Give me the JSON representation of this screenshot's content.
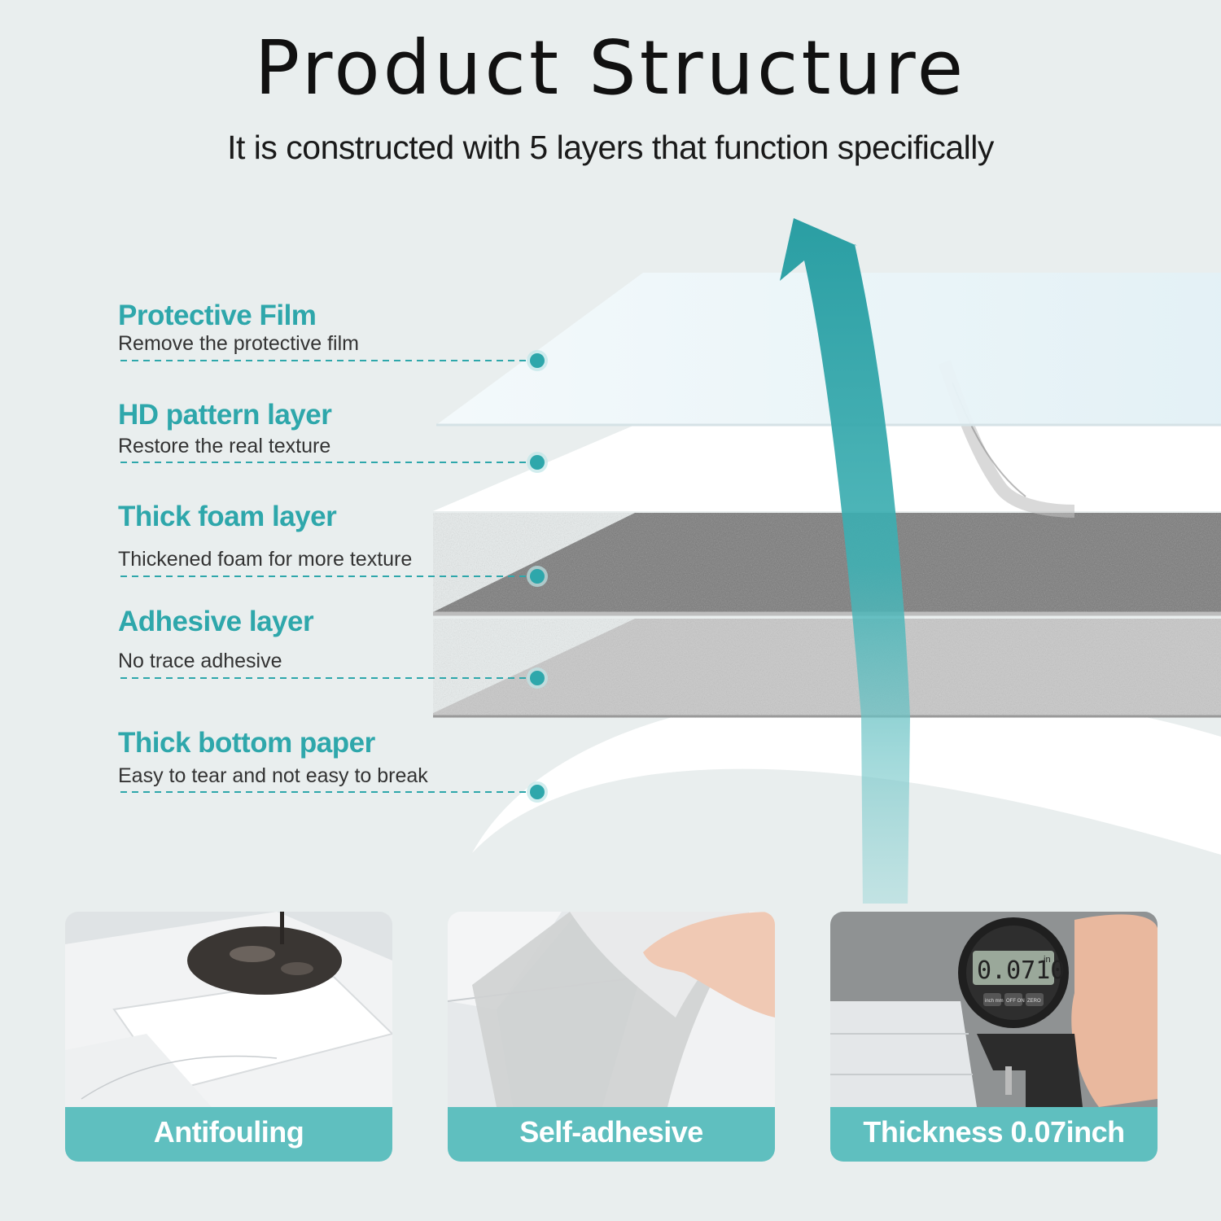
{
  "header": {
    "title": "Product Structure",
    "subtitle": "It is constructed with 5 layers that function specifically"
  },
  "layers": [
    {
      "title": "Protective Film",
      "desc": "Remove the protective film"
    },
    {
      "title": "HD pattern layer",
      "desc": "Restore the real texture"
    },
    {
      "title": "Thick foam layer",
      "desc": "Thickened foam for more texture"
    },
    {
      "title": "Adhesive layer",
      "desc": "No trace adhesive"
    },
    {
      "title": "Thick bottom paper",
      "desc": "Easy to tear and not easy to break"
    }
  ],
  "features": [
    {
      "caption": "Antifouling"
    },
    {
      "caption": "Self-adhesive"
    },
    {
      "caption": "Thickness 0.07inch"
    }
  ],
  "gauge": {
    "reading": "0.0710",
    "unit": "in",
    "buttons": [
      "inch mm",
      "OFF ON",
      "ZERO"
    ]
  },
  "colors": {
    "accent": "#2ea7ab",
    "caption_bg": "#5fbfbf",
    "background": "#e9eeee"
  }
}
